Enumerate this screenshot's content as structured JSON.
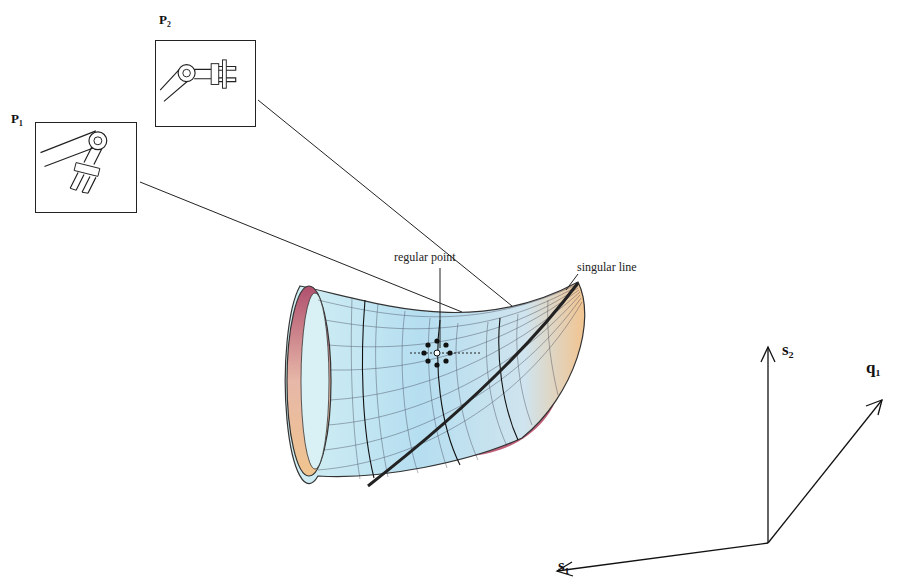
{
  "diagram": {
    "nodes": [
      {
        "text": [
          "P₁"
        ]
      },
      {
        "text": [
          "P₂"
        ]
      }
    ],
    "labels": [
      "regular point",
      "singular line",
      "s₂",
      "q₁",
      "s₁"
    ]
  }
}
